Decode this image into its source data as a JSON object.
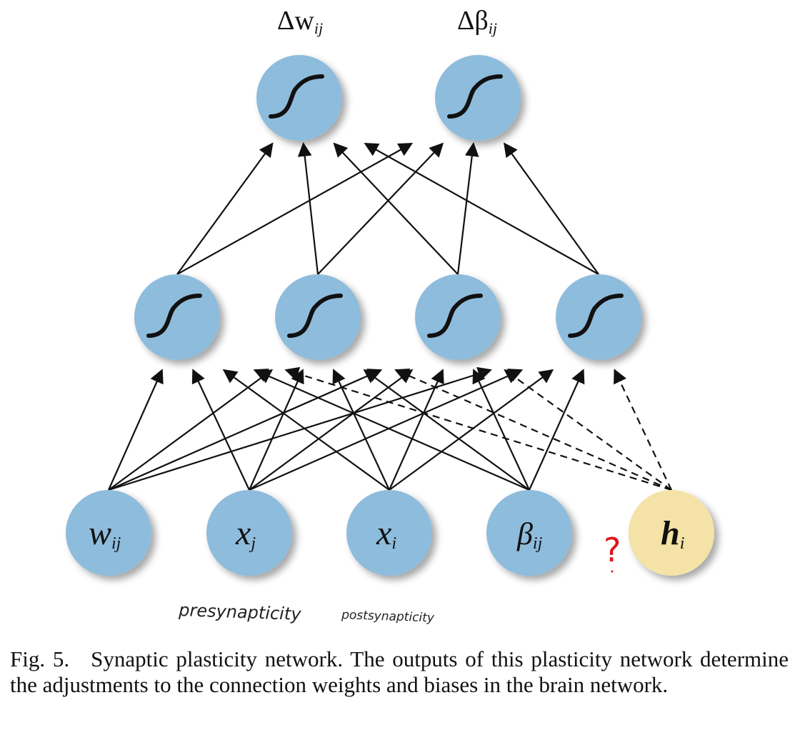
{
  "output_nodes": [
    {
      "id": "o1",
      "label": "Δw",
      "sub": "ij"
    },
    {
      "id": "o2",
      "label": "Δβ",
      "sub": "ij"
    }
  ],
  "input_nodes": [
    {
      "id": "w",
      "label": "w",
      "sub": "ij",
      "color": "#8ebcdc"
    },
    {
      "id": "xj",
      "label": "x",
      "sub": "j",
      "color": "#8ebcdc"
    },
    {
      "id": "xi",
      "label": "x",
      "sub": "i",
      "color": "#8ebcdc"
    },
    {
      "id": "b",
      "label": "β",
      "sub": "ij",
      "color": "#8ebcdc"
    },
    {
      "id": "h",
      "label": "h",
      "sub": "i",
      "color": "#f4e2a6"
    }
  ],
  "annotations": {
    "question_mark": "?",
    "handwritten_1": "presynapticity",
    "handwritten_2": "postsynapticity"
  },
  "colors": {
    "node_blue": "#8ebcdc",
    "node_yellow": "#f4e2a6",
    "annotation_red": "#e0141e",
    "edge": "#111111"
  },
  "caption": {
    "fig": "Fig. 5.",
    "text": "Synaptic plasticity network. The outputs of this plasticity network determine the adjustments to the connection weights and biases in the brain network."
  }
}
